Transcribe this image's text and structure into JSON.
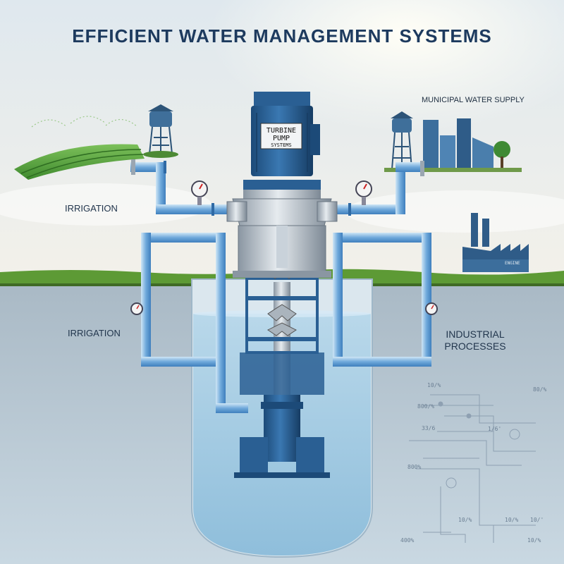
{
  "title": "EFFICIENT WATER MANAGEMENT SYSTEMS",
  "labels": {
    "municipal": "MUNICIPAL WATER SUPPLY",
    "irrigation_top": "IRRIGATION",
    "irrigation_mid": "IRRIGATION",
    "industrial_line1": "INDUSTRIAL",
    "industrial_line2": "PROCESSES"
  },
  "pump": {
    "tag_line1": "TURBINE",
    "tag_line2": "PUMP",
    "tag_line3": "SYSTEMS"
  },
  "schematic": {
    "labels": [
      "10/%",
      "80/%",
      "800/%",
      "33/6",
      "1/6'",
      "800%",
      "10/%",
      "10/%",
      "10/'",
      "400%",
      "10/%"
    ]
  },
  "factory_sign": "ENGINE",
  "colors": {
    "title": "#1d3a5e",
    "pipe": "#5b9bd5",
    "pump_blue": "#2a5f93",
    "water": "#a9cde4",
    "grass": "#5d9a35"
  }
}
